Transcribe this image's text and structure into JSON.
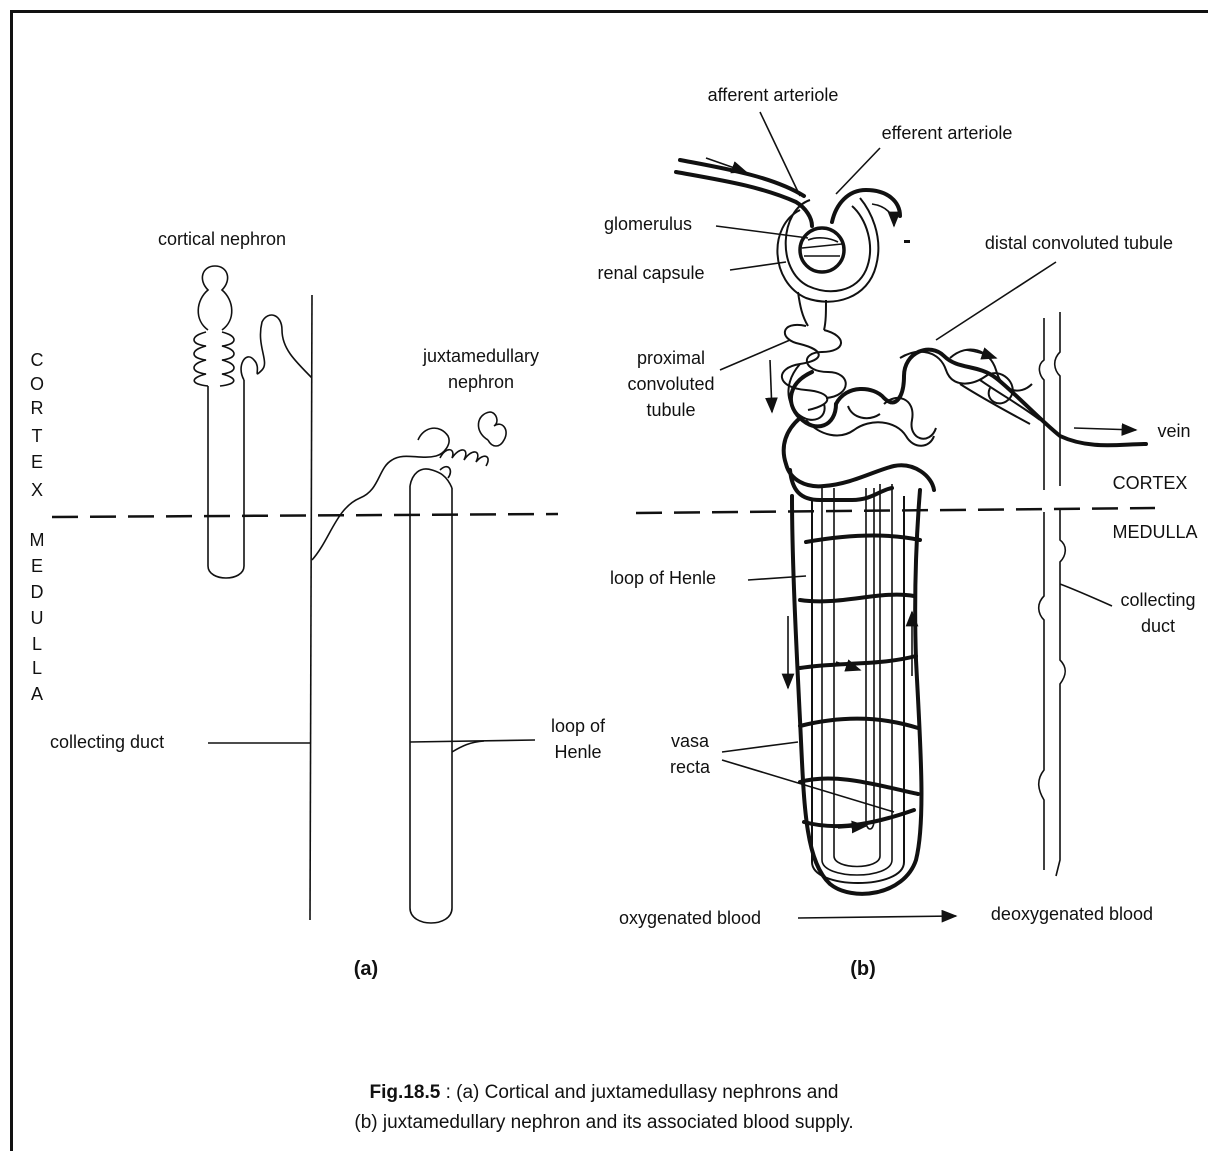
{
  "panel_a": {
    "cortex_letters": [
      "C",
      "O",
      "R",
      "T",
      "E",
      "X"
    ],
    "medulla_letters": [
      "M",
      "E",
      "D",
      "U",
      "L",
      "L",
      "A"
    ],
    "cortical_nephron": "cortical  nephron",
    "juxtamedullary_line1": "juxtamedullary",
    "juxtamedullary_line2": "nephron",
    "collecting_duct": "collecting  duct",
    "loop_line1": "loop  of",
    "loop_line2": "Henle",
    "sublabel": "(a)"
  },
  "panel_b": {
    "afferent_arteriole": "afferent  arteriole",
    "efferent_arteriole": "efferent  arteriole",
    "glomerulus": "glomerulus",
    "renal_capsule": "renal  capsule",
    "distal_convoluted_tubule": "distal  convoluted  tubule",
    "proximal_line1": "proximal",
    "proximal_line2": "convoluted",
    "proximal_line3": "tubule",
    "vein": "vein",
    "cortex": "CORTEX",
    "medulla": "MEDULLA",
    "collecting_line1": "collecting",
    "collecting_line2": "duct",
    "loop_of_henle": "loop  of  Henle",
    "vasa_line1": "vasa",
    "vasa_line2": "recta",
    "oxygenated_blood": "oxygenated  blood",
    "deoxygenated_blood": "deoxygenated  blood",
    "sublabel": "(b)"
  },
  "caption": {
    "fig_number": "Fig.18.5",
    "line1": " :  (a)  Cortical  and  juxtamedullasy  nephrons  and",
    "line2": "(b)  juxtamedullary  nephron  and  its  associated  blood  supply."
  }
}
